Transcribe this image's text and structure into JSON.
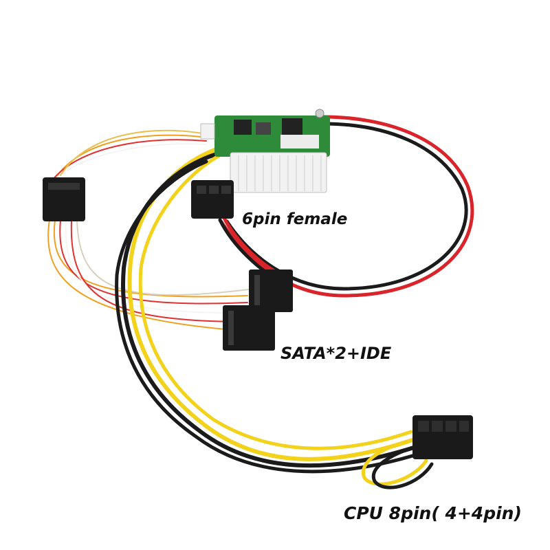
{
  "labels": {
    "six_pin": "6pin female",
    "sata_ide": "SATA*2+IDE",
    "cpu": "CPU 8pin( 4+4pin)"
  },
  "colors": {
    "background": "#ffffff",
    "pcb_green": "#2e8b3a",
    "connector_white": "#f2f2f2",
    "connector_black": "#1a1a1a",
    "wire_red": "#d9252a",
    "wire_black": "#1b1b1b",
    "wire_yellow": "#f2d21a",
    "wire_thin_orange": "#f0a020",
    "wire_thin_red": "#e03030",
    "wire_thin_white": "#f4f4f4"
  }
}
